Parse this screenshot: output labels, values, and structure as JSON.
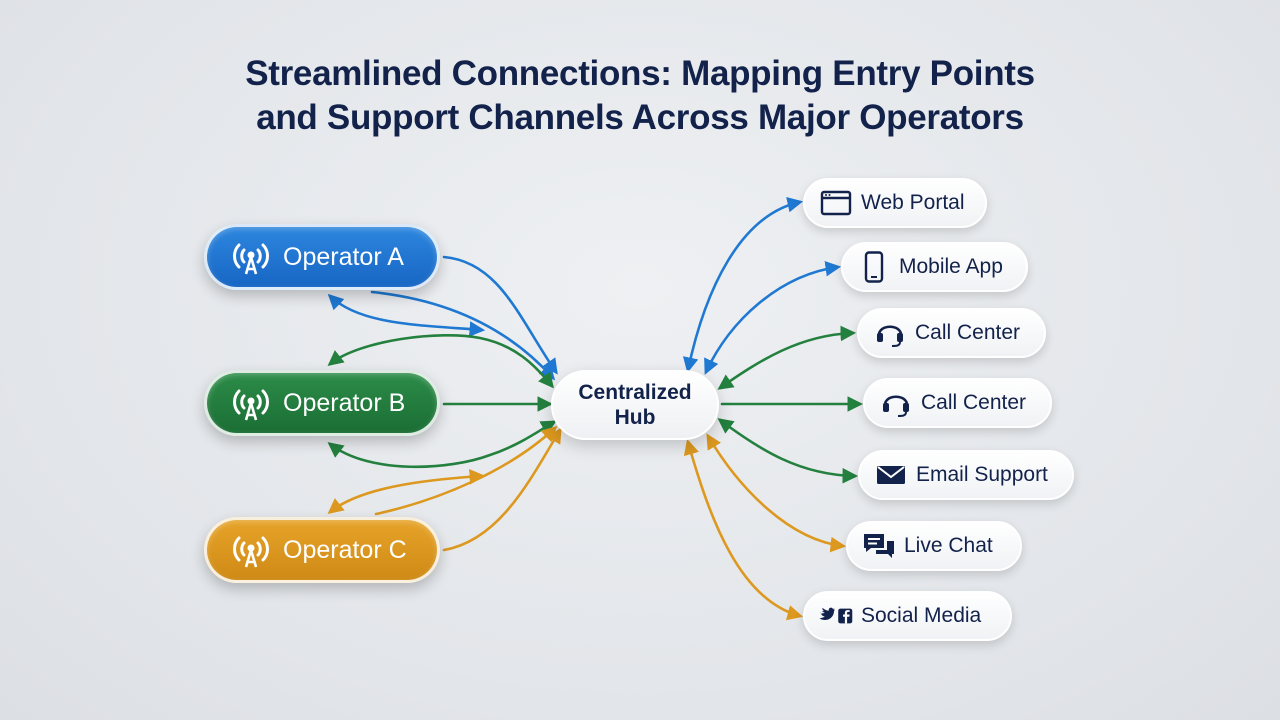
{
  "title_line1": "Streamlined Connections: Mapping Entry Points",
  "title_line2": "and Support Channels Across Major Operators",
  "hub": {
    "line1": "Centralized",
    "line2": "Hub"
  },
  "operators": [
    {
      "label": "Operator A",
      "color": "#1f78d1",
      "icon": "antenna-icon"
    },
    {
      "label": "Operator B",
      "color": "#23803e",
      "icon": "antenna-icon"
    },
    {
      "label": "Operator C",
      "color": "#dc981f",
      "icon": "antenna-icon"
    }
  ],
  "channels": [
    {
      "label": "Web Portal",
      "icon": "browser-window-icon"
    },
    {
      "label": "Mobile App",
      "icon": "smartphone-icon"
    },
    {
      "label": "Call Center",
      "icon": "headset-icon"
    },
    {
      "label": "Call Center",
      "icon": "headset-icon"
    },
    {
      "label": "Email Support",
      "icon": "envelope-icon"
    },
    {
      "label": "Live Chat",
      "icon": "chat-bubbles-icon"
    },
    {
      "label": "Social Media",
      "icon": "twitter-facebook-icon"
    }
  ],
  "colors": {
    "blue": "#1f78d1",
    "green": "#23803e",
    "orange": "#dc981f",
    "text": "#12224a"
  }
}
